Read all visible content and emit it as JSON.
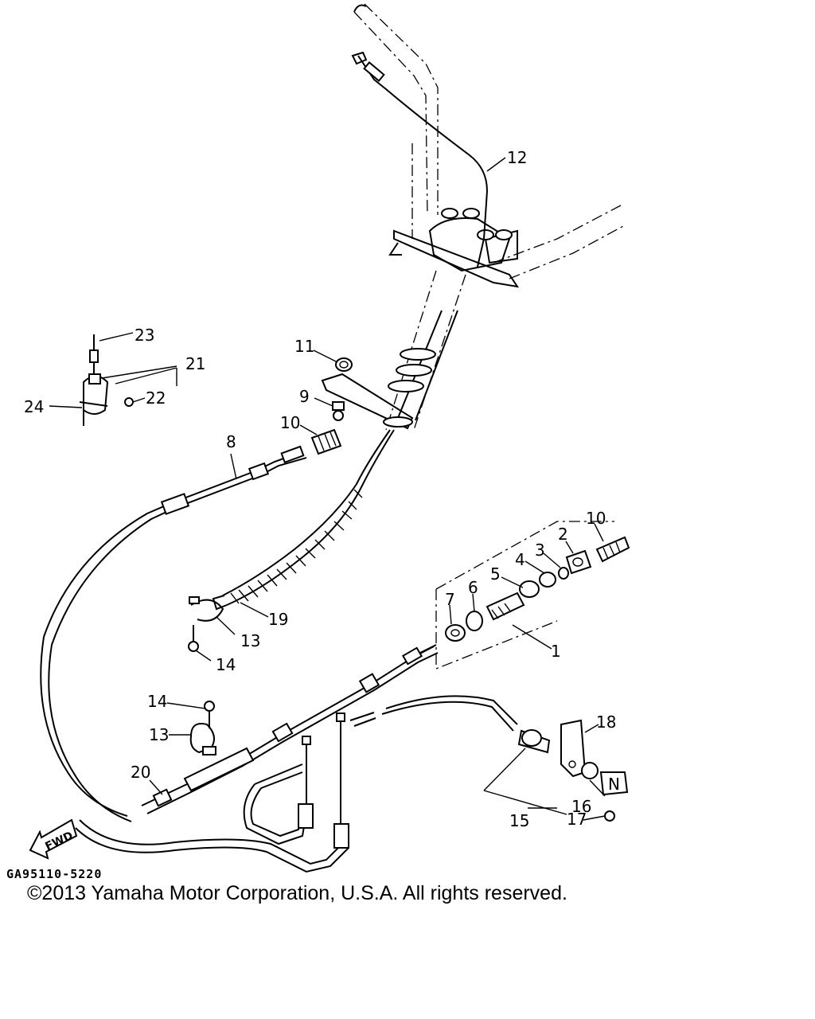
{
  "diagram": {
    "callouts": [
      "1",
      "2",
      "3",
      "4",
      "5",
      "6",
      "7",
      "8",
      "9",
      "10",
      "10",
      "11",
      "12",
      "13",
      "13",
      "14",
      "14",
      "15",
      "16",
      "17",
      "18",
      "19",
      "20",
      "21",
      "22",
      "23",
      "24"
    ],
    "fwd_arrow_label": "FWD",
    "shift_knob_letter": "N",
    "drawing_code": "GA95110-5220"
  },
  "footer": {
    "copyright": "©2013 Yamaha Motor Corporation, U.S.A. All rights reserved."
  }
}
